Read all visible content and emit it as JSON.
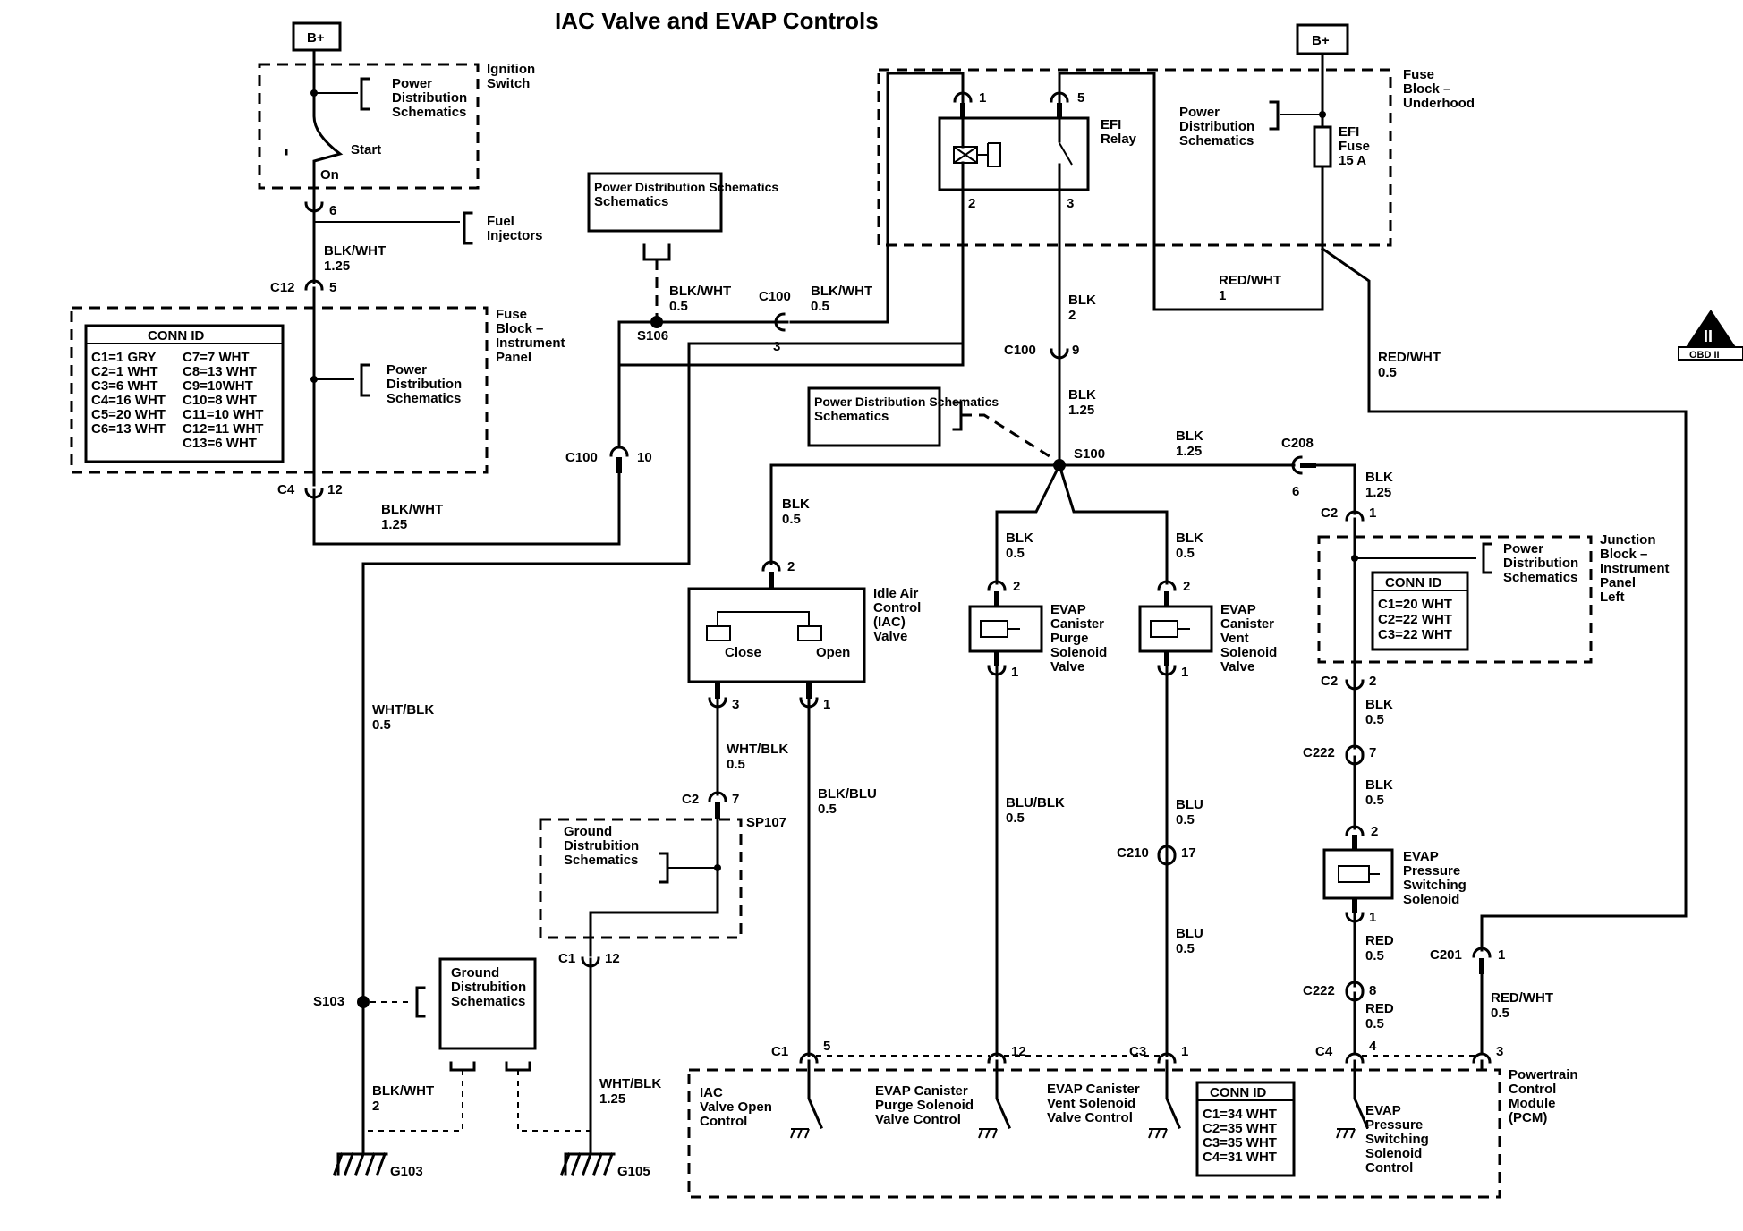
{
  "title": "IAC Valve and EVAP Controls",
  "obd_badge": {
    "top": "II",
    "bottom": "OBD II"
  },
  "labels": {
    "bplus_left": "B+",
    "bplus_right": "B+",
    "pds": "Power Distribution Schematics",
    "pds_l1": "Power",
    "pds_l2": "Distribution",
    "pds_l3": "Schematics",
    "ign_switch_1": "Ignition",
    "ign_switch_2": "Switch",
    "start": "Start",
    "on": "On",
    "fuel_inj_1": "Fuel",
    "fuel_inj_2": "Injectors",
    "fbip_1": "Fuse",
    "fbip_2": "Block –",
    "fbip_3": "Instrument",
    "fbip_4": "Panel",
    "fbu_1": "Fuse",
    "fbu_2": "Block –",
    "fbu_3": "Underhood",
    "efi_relay_1": "EFI",
    "efi_relay_2": "Relay",
    "efi_fuse_1": "EFI",
    "efi_fuse_2": "Fuse",
    "efi_fuse_3": "15 A",
    "jbip_1": "Junction",
    "jbip_2": "Block –",
    "jbip_3": "Instrument",
    "jbip_4": "Panel",
    "jbip_5": "Left",
    "iac_1": "Idle Air",
    "iac_2": "Control",
    "iac_3": "(IAC)",
    "iac_4": "Valve",
    "close": "Close",
    "open": "Open",
    "purge_1": "EVAP",
    "purge_2": "Canister",
    "purge_3": "Purge",
    "purge_4": "Solenoid",
    "purge_5": "Valve",
    "vent_1": "EVAP",
    "vent_2": "Canister",
    "vent_3": "Vent",
    "vent_4": "Solenoid",
    "vent_5": "Valve",
    "pss_1": "EVAP",
    "pss_2": "Pressure",
    "pss_3": "Switching",
    "pss_4": "Solenoid",
    "gds_1": "Ground",
    "gds_2": "Distrubition",
    "gds_3": "Schematics",
    "gds2_1": "Ground",
    "gds2_2": "Distrubition",
    "gds2_3": "Schematics",
    "pcm_1": "Powertrain",
    "pcm_2": "Control",
    "pcm_3": "Module",
    "pcm_4": "(PCM)",
    "pcm_iac_1": "IAC",
    "pcm_iac_2": "Valve Open",
    "pcm_iac_3": "Control",
    "pcm_purge_1": "EVAP Canister",
    "pcm_purge_2": "Purge Solenoid",
    "pcm_purge_3": "Valve Control",
    "pcm_vent_1": "EVAP Canister",
    "pcm_vent_2": "Vent Solenoid",
    "pcm_vent_3": "Valve Control",
    "pcm_pss_1": "EVAP",
    "pcm_pss_2": "Pressure",
    "pcm_pss_3": "Switching",
    "pcm_pss_4": "Solenoid",
    "pcm_pss_5": "Control"
  },
  "conn_id_fbip": {
    "header": "CONN ID",
    "col1": [
      "C1=1 GRY",
      "C2=1 WHT",
      "C3=6 WHT",
      "C4=16 WHT",
      "C5=20 WHT",
      "C6=13 WHT"
    ],
    "col2": [
      "C7=7 WHT",
      "C8=13 WHT",
      "C9=10WHT",
      "C10=8 WHT",
      "C11=10 WHT",
      "C12=11 WHT",
      "C13=6 WHT"
    ]
  },
  "conn_id_jb": {
    "header": "CONN ID",
    "rows": [
      "C1=20 WHT",
      "C2=22 WHT",
      "C3=22 WHT"
    ]
  },
  "conn_id_pcm": {
    "header": "CONN ID",
    "rows": [
      "C1=34 WHT",
      "C2=35 WHT",
      "C3=35 WHT",
      "C4=31 WHT"
    ]
  },
  "connectors": {
    "c12": "C12",
    "c12_pin": "5",
    "pin6": "6",
    "c4": "C4",
    "c4_pin": "12",
    "c100a": "C100",
    "c100a_pin": "3",
    "c100b": "C100",
    "c100b_pin": "10",
    "c100c": "C100",
    "c100c_pin": "9",
    "relay_p1": "1",
    "relay_p5": "5",
    "relay_p2": "2",
    "relay_p3": "3",
    "c208": "C208",
    "c208_pin": "6",
    "c2a": "C2",
    "c2a_pin": "1",
    "c2b": "C2",
    "c2b_pin": "2",
    "c222a": "C222",
    "c222a_pin": "7",
    "pss_p2": "2",
    "pss_p1": "1",
    "c222b": "C222",
    "c222b_pin": "8",
    "c201": "C201",
    "c201_pin": "1",
    "iac_p2": "2",
    "iac_p3": "3",
    "iac_p1": "1",
    "c2c": "C2",
    "c2c_pin": "7",
    "c1a": "C1",
    "c1a_pin": "12",
    "purge_p2": "2",
    "purge_p1": "1",
    "vent_p2": "2",
    "vent_p1": "1",
    "c210": "C210",
    "c210_pin": "17",
    "pcm_c1": "C1",
    "pcm_c1_pin": "5",
    "pcm_purge_pin": "12",
    "pcm_c3": "C3",
    "pcm_c3_pin": "1",
    "pcm_c4": "C4",
    "pcm_c4_pin": "4",
    "pcm_pin3": "3"
  },
  "splices": {
    "s106": "S106",
    "s100": "S100",
    "s103": "S103",
    "sp107": "SP107"
  },
  "grounds": {
    "g103": "G103",
    "g105": "G105"
  },
  "wires": {
    "w1_c": "BLK/WHT",
    "w1_g": "1.25",
    "w2_c": "BLK/WHT",
    "w2_g": "1.25",
    "w3_c": "BLK/WHT",
    "w3_g": "0.5",
    "w4_c": "BLK/WHT",
    "w4_g": "0.5",
    "w5_c": "RED/WHT",
    "w5_g": "1",
    "w6_c": "BLK",
    "w6_g": "2",
    "w7_c": "BLK",
    "w7_g": "1.25",
    "w8_c": "BLK",
    "w8_g": "1.25",
    "w9_c": "RED/WHT",
    "w9_g": "0.5",
    "w10_c": "BLK",
    "w10_g": "1.25",
    "w11_c": "BLK",
    "w11_g": "0.5",
    "w12_c": "BLK",
    "w12_g": "0.5",
    "w13_c": "BLK",
    "w13_g": "0.5",
    "w14_c": "WHT/BLK",
    "w14_g": "0.5",
    "w15_c": "WHT/BLK",
    "w15_g": "0.5",
    "w16_c": "BLK/BLU",
    "w16_g": "0.5",
    "w17_c": "BLU/BLK",
    "w17_g": "0.5",
    "w18_c": "BLU",
    "w18_g": "0.5",
    "w19_c": "BLU",
    "w19_g": "0.5",
    "w20_c": "BLK",
    "w20_g": "0.5",
    "w21_c": "BLK",
    "w21_g": "0.5",
    "w22_c": "RED",
    "w22_g": "0.5",
    "w23_c": "RED",
    "w23_g": "0.5",
    "w24_c": "RED/WHT",
    "w24_g": "0.5",
    "w25_c": "BLK/WHT",
    "w25_g": "2",
    "w26_c": "WHT/BLK",
    "w26_g": "1.25"
  }
}
